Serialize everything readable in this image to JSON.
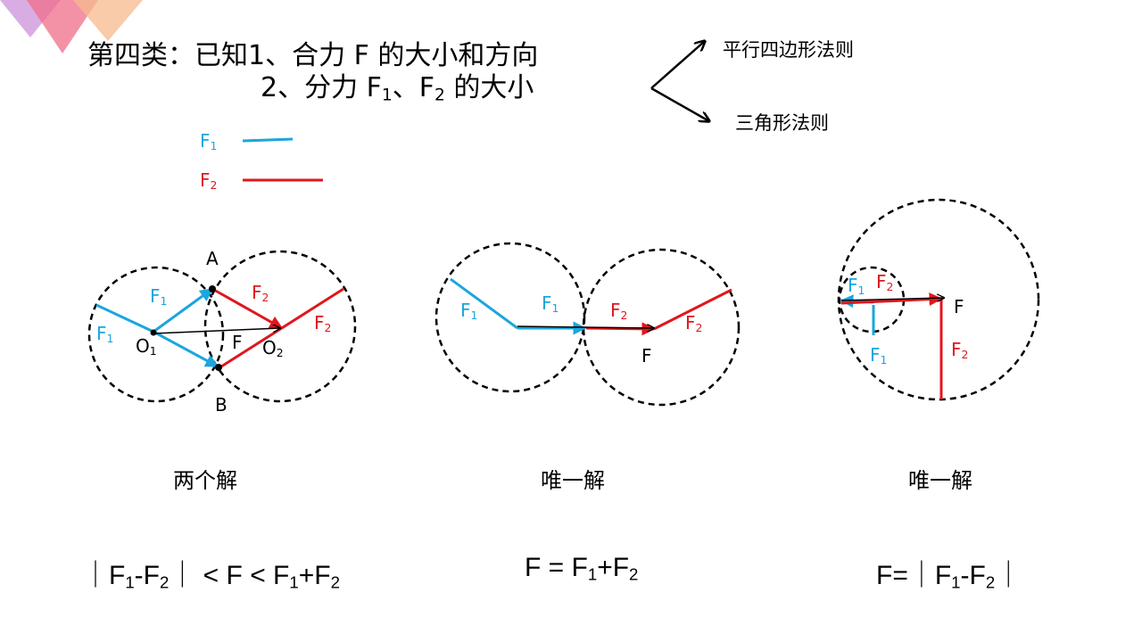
{
  "heading": {
    "line1": "第四类：已知1、合力 F 的大小和方向",
    "line2_prefix": "2、分力 F",
    "line2_sub1": "1",
    "line2_mid": "、F",
    "line2_sub2": "2",
    "line2_suffix": " 的大小"
  },
  "methods": {
    "parallelogram": "平行四边形法则",
    "triangle": "三角形法则"
  },
  "legend": [
    {
      "label": "F",
      "sub": "1",
      "color": "#1ba6dc"
    },
    {
      "label": "F",
      "sub": "2",
      "color": "#e0161d"
    }
  ],
  "labels": {
    "F": "F",
    "F1_sub": "1",
    "F2_sub": "2",
    "A": "A",
    "B": "B",
    "O": "O",
    "O1_sub": "1",
    "O2_sub": "2"
  },
  "cases": [
    {
      "caption": "两个解"
    },
    {
      "caption": "唯一解"
    },
    {
      "caption": "唯一解"
    }
  ],
  "formulas": {
    "case1": {
      "a": "｜F",
      "b": "-F",
      "c": "｜ < F < F",
      "d": "+F"
    },
    "case2": {
      "a": "F = F",
      "b": "+F"
    },
    "case3": {
      "a": "F=｜F",
      "b": "-F",
      "c": "｜"
    }
  },
  "colors": {
    "f1": "#1ba6dc",
    "f2": "#e0161d",
    "resultant": "#000000"
  }
}
